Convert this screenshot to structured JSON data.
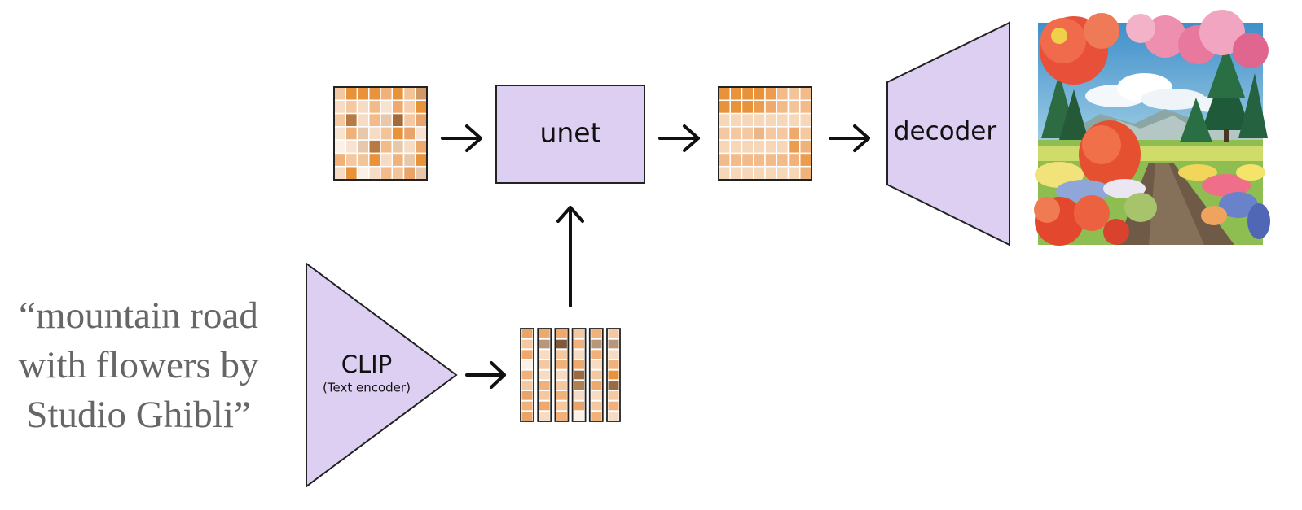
{
  "prompt": {
    "lines": [
      "“mountain road",
      "with flowers by",
      "Studio Ghibli”"
    ]
  },
  "blocks": {
    "unet": {
      "label": "unet"
    },
    "decoder": {
      "label": "decoder"
    },
    "clip": {
      "label": "CLIP",
      "sublabel": "(Text encoder)"
    }
  },
  "colors": {
    "block_fill": "#dccff2",
    "stroke": "#222222",
    "arrow": "#111111",
    "prompt_text": "#666666"
  },
  "grids": {
    "noisy_latent": [
      [
        "#f0c9a4",
        "#e8923a",
        "#e8923a",
        "#e8923a",
        "#f0b27a",
        "#e8923a",
        "#f2c49a",
        "#cf9a67"
      ],
      [
        "#f6dcc5",
        "#f4c8a0",
        "#f6dcc5",
        "#f3bb8a",
        "#f7e3d2",
        "#f0a96d",
        "#f5cfae",
        "#e8923a"
      ],
      [
        "#f4c8a0",
        "#b77a45",
        "#f6dcc5",
        "#f3bb8a",
        "#e8c8ab",
        "#a46a3a",
        "#f4c8a0",
        "#e9a469"
      ],
      [
        "#f7e3d2",
        "#f0b27a",
        "#e8c8ab",
        "#f6dcc5",
        "#f2c49a",
        "#e8923a",
        "#e9a469",
        "#f7e3d2"
      ],
      [
        "#fbf1e7",
        "#f7e3d2",
        "#e8c8ab",
        "#b77a45",
        "#f3bb8a",
        "#e8c8ab",
        "#f6dcc5",
        "#f0a96d"
      ],
      [
        "#f0b27a",
        "#f4c8a0",
        "#f2c49a",
        "#e8923a",
        "#f6dcc5",
        "#f0b27a",
        "#e8c8ab",
        "#e8923a"
      ],
      [
        "#f6dcc5",
        "#e8923a",
        "#fbf1e7",
        "#f6dcc5",
        "#f3bb8a",
        "#f2c49a",
        "#e9a469",
        "#e8c8ab"
      ]
    ],
    "denoised_latent": [
      [
        "#e8923a",
        "#e8923a",
        "#e8923a",
        "#e8923a",
        "#ec9c4e",
        "#f3bb8a",
        "#f2c49a",
        "#f3bb8a"
      ],
      [
        "#e8923a",
        "#e8923a",
        "#e8923a",
        "#ec9c4e",
        "#f0a96d",
        "#f3bb8a",
        "#f2c49a",
        "#f3bb8a"
      ],
      [
        "#f6d7b8",
        "#f6d7b8",
        "#f6d7b8",
        "#f6d7b8",
        "#f6d7b8",
        "#f6d7b8",
        "#f6d7b8",
        "#f6d7b8"
      ],
      [
        "#f4c8a0",
        "#f4c8a0",
        "#f4c8a0",
        "#e9b788",
        "#f4c8a0",
        "#f4c8a0",
        "#f0a96d",
        "#f4c8a0"
      ],
      [
        "#f6d7b8",
        "#f6d7b8",
        "#f6d7b8",
        "#f6d7b8",
        "#f6d7b8",
        "#f6d7b8",
        "#ec9c4e",
        "#f0b27a"
      ],
      [
        "#f3bb8a",
        "#f3bb8a",
        "#f3bb8a",
        "#f3bb8a",
        "#f3bb8a",
        "#f3bb8a",
        "#f0b27a",
        "#ec9c4e"
      ],
      [
        "#f6d7b8",
        "#f6d7b8",
        "#f6d7b8",
        "#f6d7b8",
        "#f6d7b8",
        "#f6d7b8",
        "#f6d7b8",
        "#f0b27a"
      ]
    ],
    "text_embeddings": [
      [
        "#e9a469",
        "#f4c8a0",
        "#f0a96d",
        "#fbf1e7",
        "#f0b27a",
        "#f4c8a0",
        "#e9a469",
        "#f0b27a",
        "#e9a469"
      ],
      [
        "#f0a96d",
        "#b8967a",
        "#f6dcc5",
        "#f4c8a0",
        "#f6dcc5",
        "#f0b27a",
        "#f4c8a0",
        "#f0a96d",
        "#f6dcc5"
      ],
      [
        "#f0a96d",
        "#7d5a3c",
        "#f4c8a0",
        "#f0b27a",
        "#f6dcc5",
        "#f4c8a0",
        "#f0b27a",
        "#f4c8a0",
        "#f0b27a"
      ],
      [
        "#f4c8a0",
        "#f0b27a",
        "#f6dcc5",
        "#f0a96d",
        "#9a6a42",
        "#b08052",
        "#f6dcc5",
        "#e9a469",
        "#fbf1e7"
      ],
      [
        "#f0b27a",
        "#b8967a",
        "#f0b27a",
        "#f6dcc5",
        "#f4c8a0",
        "#f0a96d",
        "#f6dcc5",
        "#f4c8a0",
        "#f0b27a"
      ],
      [
        "#f4c8a0",
        "#b8967a",
        "#f6dcc5",
        "#f0b27a",
        "#e8923a",
        "#9a6a42",
        "#f4c8a0",
        "#f0b27a",
        "#f6dcc5"
      ]
    ]
  }
}
